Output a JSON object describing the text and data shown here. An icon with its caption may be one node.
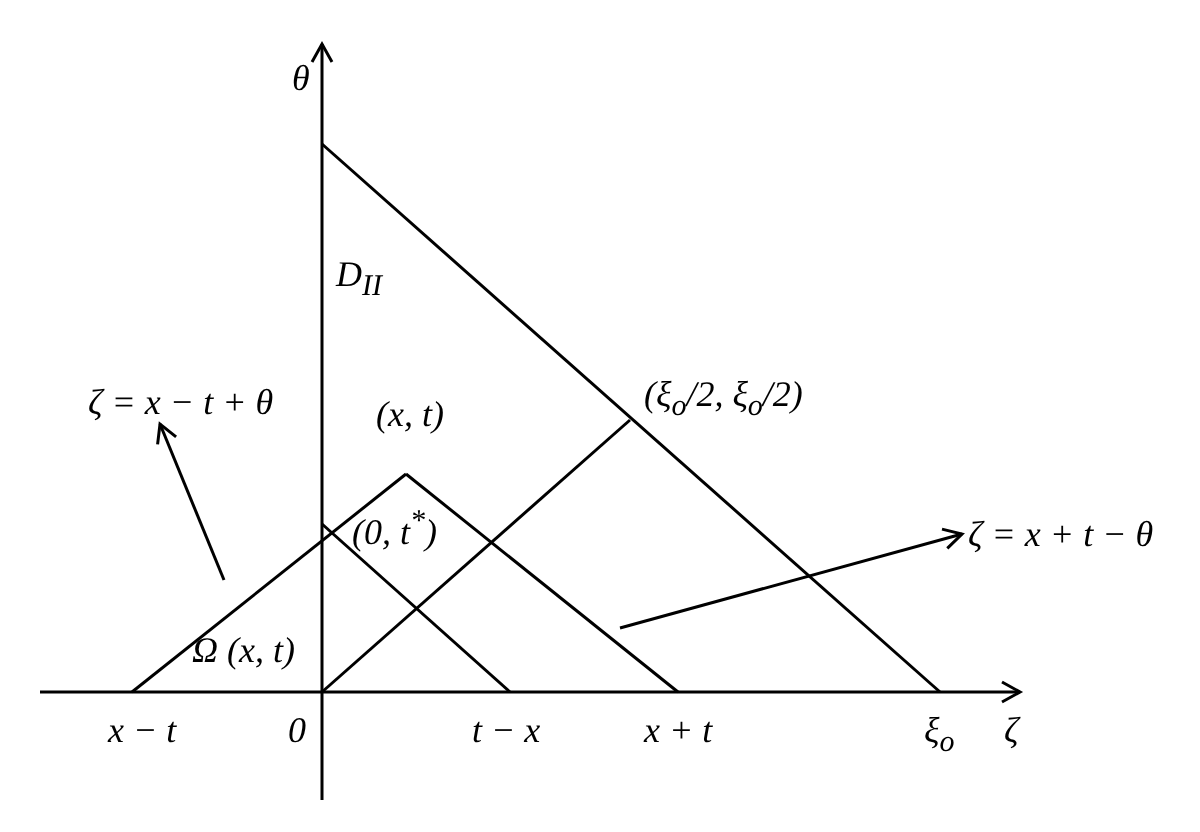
{
  "diagram": {
    "nodes": [
      {
        "text": [
          "ζ = x − t + θ"
        ]
      },
      {
        "text": [
          "ζ = x + t − θ"
        ]
      }
    ],
    "edges": [
      {
        "from": null,
        "to": 0,
        "arrow": "to"
      },
      {
        "from": null,
        "to": 1,
        "arrow": "to"
      }
    ],
    "labels": [
      "θ",
      "D$_{II}$",
      "(x, t)",
      "(ξ$_{o}$/2, ξ$_{o}$/2)",
      "(0, t$^{*}$)",
      "Ω (x, t)",
      "x − t",
      "0",
      "t − x",
      "x + t",
      "ξ$_{o}$",
      "ζ"
    ]
  }
}
